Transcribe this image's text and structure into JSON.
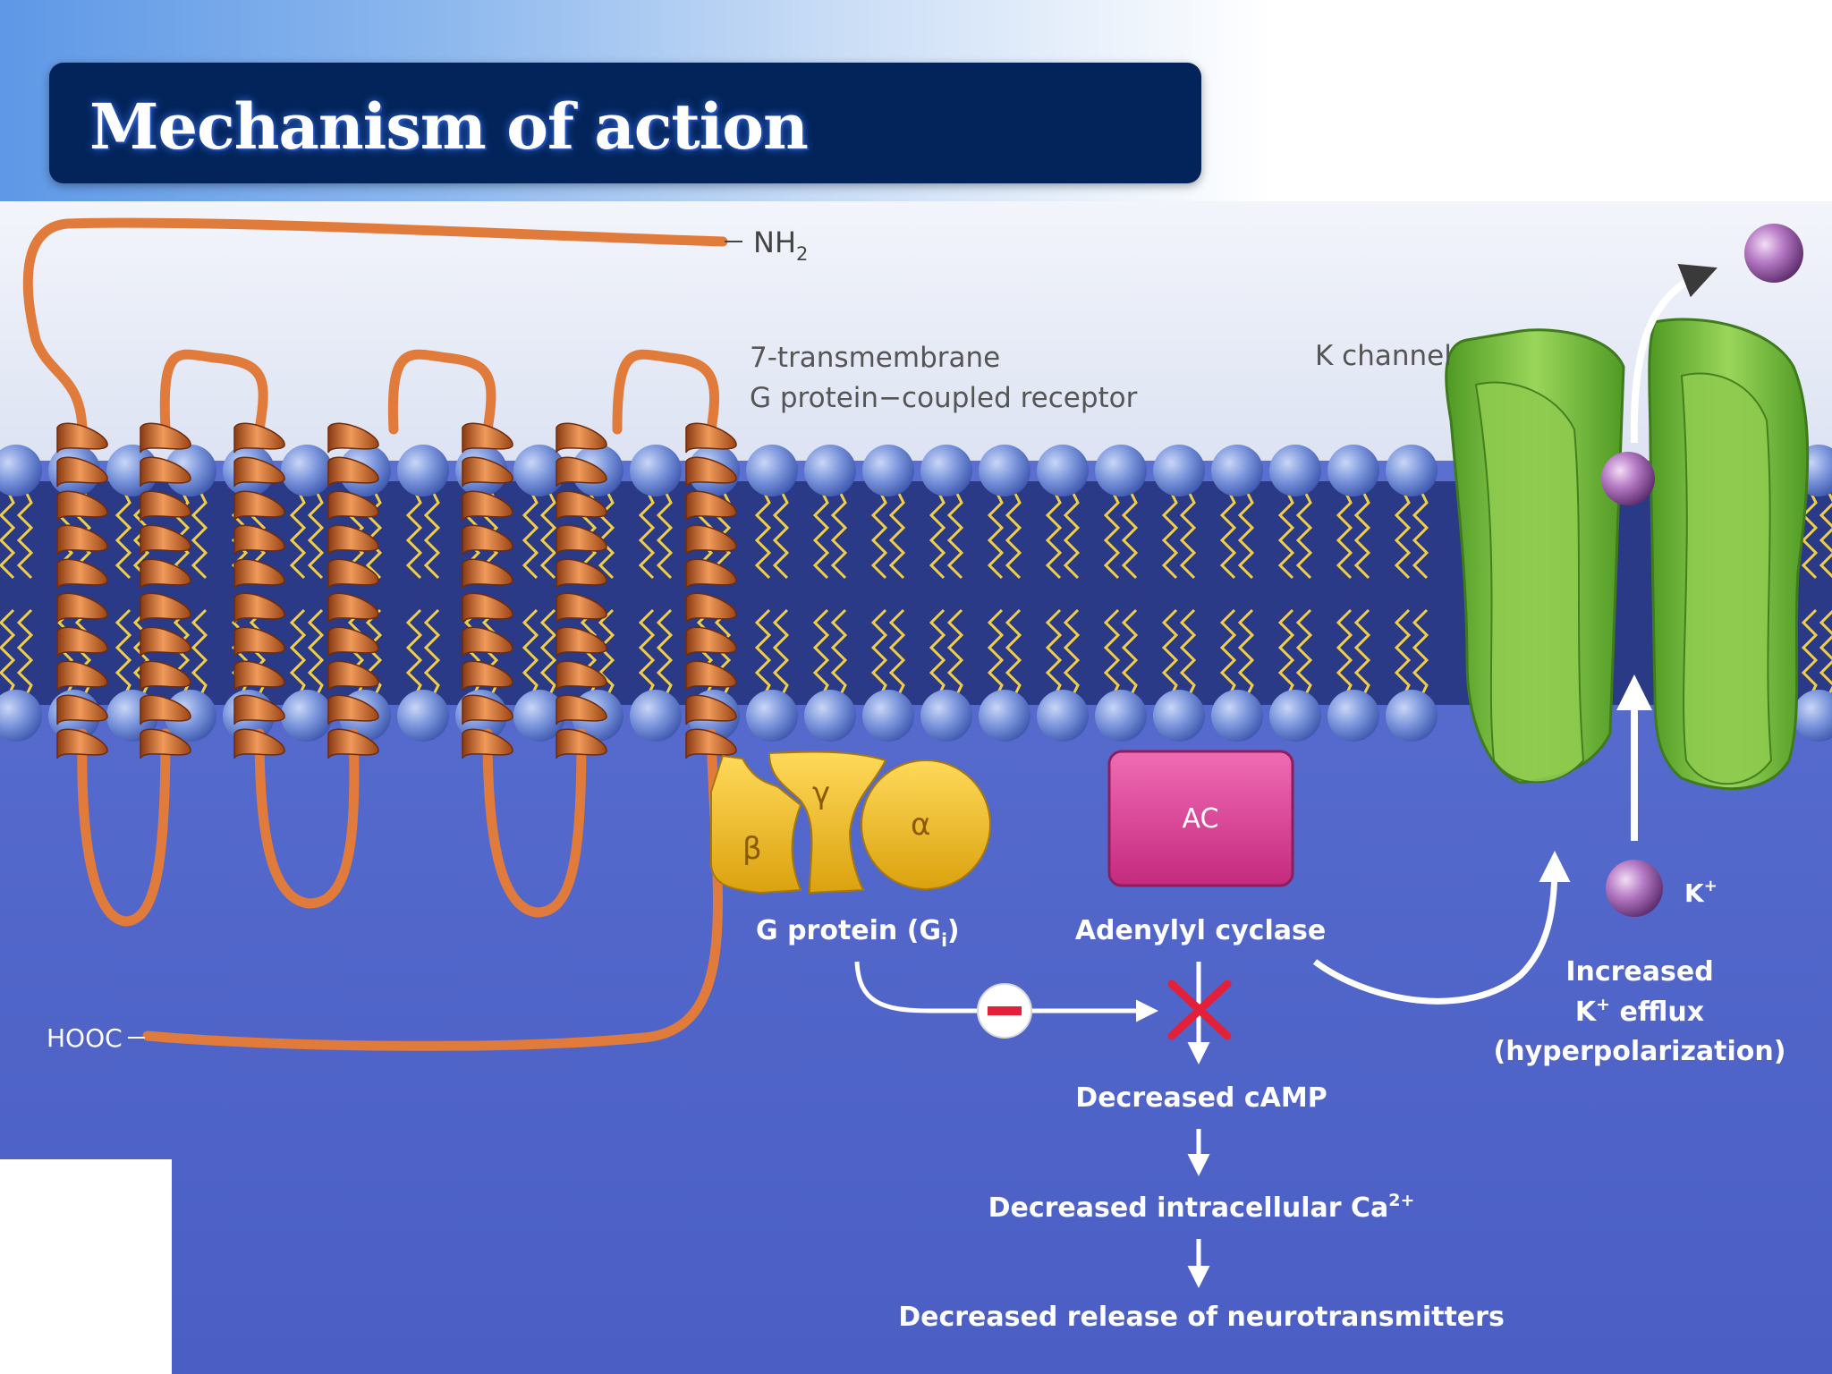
{
  "slide": {
    "title": "Mechanism of action"
  },
  "diagram": {
    "receptor_label_line1": "7-transmembrane",
    "receptor_label_line2": "G protein−coupled receptor",
    "n_terminus": "NH",
    "n_terminus_sub": "2",
    "c_terminus": "HOOC",
    "k_channel_label": "K channel",
    "subunit_beta": "β",
    "subunit_gamma": "γ",
    "subunit_alpha": "α",
    "g_protein_label": "G protein (G",
    "g_protein_sub": "i",
    "g_protein_close": ")",
    "ac_label": "AC",
    "adenylyl_cyclase_label": "Adenylyl cyclase",
    "inhibition_symbol": "−",
    "k_ion_label": "K",
    "k_ion_sup": "+",
    "efflux_line1": "Increased",
    "efflux_line2_prefix": "K",
    "efflux_line2_sup": "+",
    "efflux_line2_suffix": " efflux",
    "efflux_line3": "(hyperpolarization)",
    "step1": "Decreased cAMP",
    "step2_prefix": "Decreased intracellular Ca",
    "step2_sup": "2+",
    "step3": "Decreased release of neurotransmitters"
  },
  "colors": {
    "title_bar": "#03245a",
    "membrane_core": "#2b3a86",
    "head_group": "#6f8fd8",
    "lipid_tail": "#f0cf46",
    "receptor": "#e07b3c",
    "g_protein": "#f2c120",
    "adenylyl_cyclase": "#e2449a",
    "k_channel": "#7cbf3e",
    "potassium_ion": "#b57ac4",
    "inhibition_mark": "#e2203a"
  }
}
